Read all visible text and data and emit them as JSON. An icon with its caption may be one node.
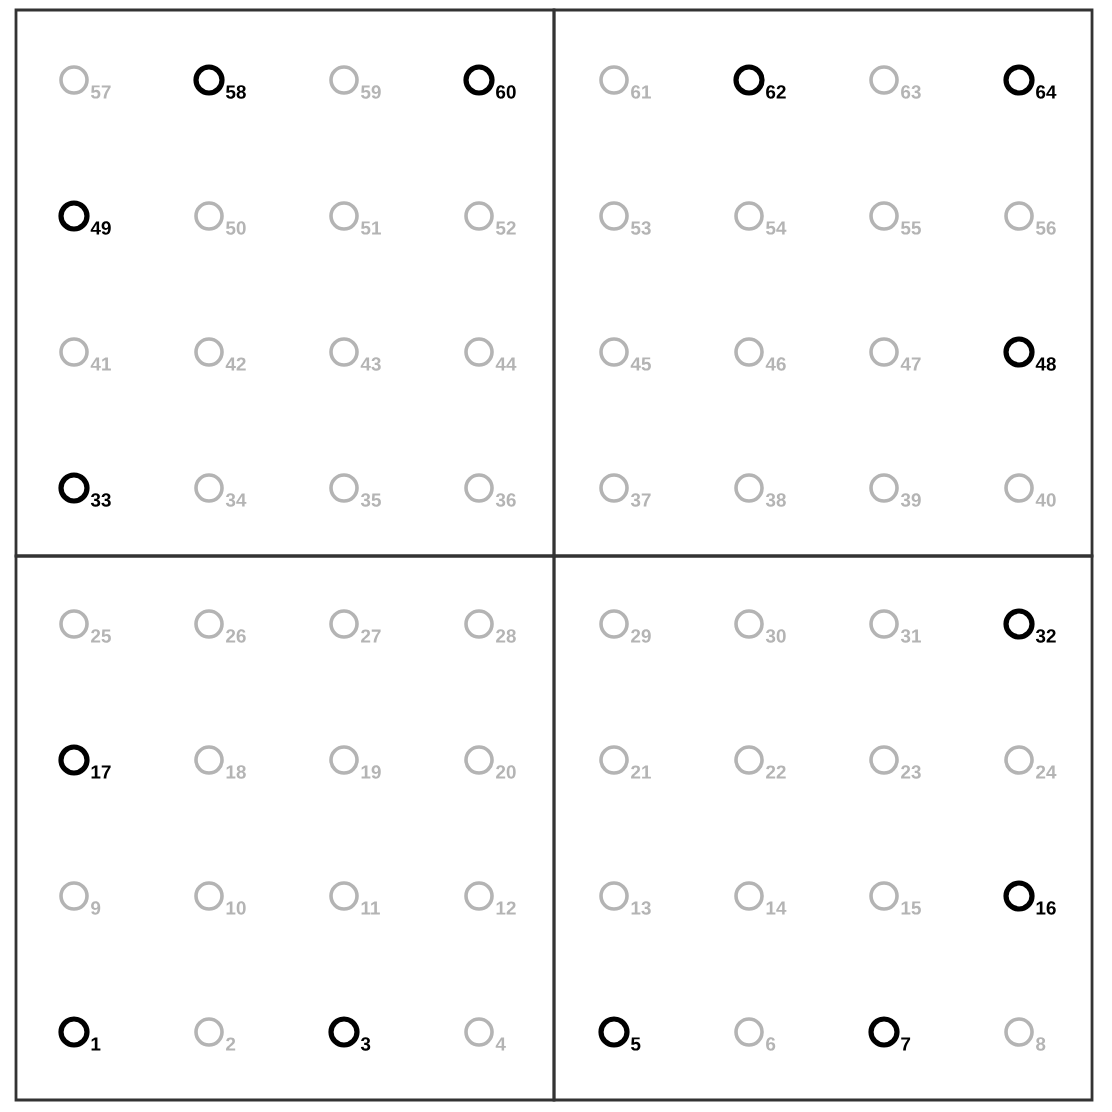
{
  "diagram": {
    "nodes": [
      {
        "text": [],
        "shape": "box"
      },
      {
        "text": [],
        "shape": "circle",
        "in": 0,
        "beside": [
          "57"
        ]
      },
      {
        "text": [],
        "shape": "ring",
        "in": 0,
        "beside": [
          "58"
        ]
      },
      {
        "text": [],
        "shape": "circle",
        "in": 0,
        "beside": [
          "59"
        ]
      },
      {
        "text": [],
        "shape": "ring",
        "in": 0,
        "beside": [
          "60"
        ]
      },
      {
        "text": [],
        "shape": "ring",
        "in": 0,
        "beside": [
          "49"
        ]
      },
      {
        "text": [],
        "shape": "circle",
        "in": 0,
        "beside": [
          "50"
        ]
      },
      {
        "text": [],
        "shape": "circle",
        "in": 0,
        "beside": [
          "51"
        ]
      },
      {
        "text": [],
        "shape": "circle",
        "in": 0,
        "beside": [
          "52"
        ]
      },
      {
        "text": [],
        "shape": "circle",
        "in": 0,
        "beside": [
          "41"
        ]
      },
      {
        "text": [],
        "shape": "circle",
        "in": 0,
        "beside": [
          "42"
        ]
      },
      {
        "text": [],
        "shape": "circle",
        "in": 0,
        "beside": [
          "43"
        ]
      },
      {
        "text": [],
        "shape": "circle",
        "in": 0,
        "beside": [
          "44"
        ]
      },
      {
        "text": [],
        "shape": "ring",
        "in": 0,
        "beside": [
          "33"
        ]
      },
      {
        "text": [],
        "shape": "circle",
        "in": 0,
        "beside": [
          "34"
        ]
      },
      {
        "text": [],
        "shape": "circle",
        "in": 0,
        "beside": [
          "35"
        ]
      },
      {
        "text": [],
        "shape": "circle",
        "in": 0,
        "beside": [
          "36"
        ]
      },
      {
        "text": [],
        "shape": "box"
      },
      {
        "text": [],
        "shape": "circle",
        "in": 17,
        "beside": [
          "61"
        ]
      },
      {
        "text": [],
        "shape": "ring",
        "in": 17,
        "beside": [
          "62"
        ]
      },
      {
        "text": [],
        "shape": "circle",
        "in": 17,
        "beside": [
          "63"
        ]
      },
      {
        "text": [],
        "shape": "ring",
        "in": 17,
        "beside": [
          "64"
        ]
      },
      {
        "text": [],
        "shape": "circle",
        "in": 17,
        "beside": [
          "53"
        ]
      },
      {
        "text": [],
        "shape": "circle",
        "in": 17,
        "beside": [
          "54"
        ]
      },
      {
        "text": [],
        "shape": "circle",
        "in": 17,
        "beside": [
          "55"
        ]
      },
      {
        "text": [],
        "shape": "circle",
        "in": 17,
        "beside": [
          "56"
        ]
      },
      {
        "text": [],
        "shape": "circle",
        "in": 17,
        "beside": [
          "45"
        ]
      },
      {
        "text": [],
        "shape": "circle",
        "in": 17,
        "beside": [
          "46"
        ]
      },
      {
        "text": [],
        "shape": "circle",
        "in": 17,
        "beside": [
          "47"
        ]
      },
      {
        "text": [],
        "shape": "ring",
        "in": 17,
        "beside": [
          "48"
        ]
      },
      {
        "text": [],
        "shape": "circle",
        "in": 17,
        "beside": [
          "37"
        ]
      },
      {
        "text": [],
        "shape": "circle",
        "in": 17,
        "beside": [
          "38"
        ]
      },
      {
        "text": [],
        "shape": "circle",
        "in": 17,
        "beside": [
          "39"
        ]
      },
      {
        "text": [],
        "shape": "circle",
        "in": 17,
        "beside": [
          "40"
        ]
      },
      {
        "text": [],
        "shape": "box"
      },
      {
        "text": [],
        "shape": "circle",
        "in": 34,
        "beside": [
          "25"
        ]
      },
      {
        "text": [],
        "shape": "circle",
        "in": 34,
        "beside": [
          "26"
        ]
      },
      {
        "text": [],
        "shape": "circle",
        "in": 34,
        "beside": [
          "27"
        ]
      },
      {
        "text": [],
        "shape": "circle",
        "in": 34,
        "beside": [
          "28"
        ]
      },
      {
        "text": [],
        "shape": "ring",
        "in": 34,
        "beside": [
          "17"
        ]
      },
      {
        "text": [],
        "shape": "circle",
        "in": 34,
        "beside": [
          "18"
        ]
      },
      {
        "text": [],
        "shape": "circle",
        "in": 34,
        "beside": [
          "19"
        ]
      },
      {
        "text": [],
        "shape": "circle",
        "in": 34,
        "beside": [
          "20"
        ]
      },
      {
        "text": [],
        "shape": "circle",
        "in": 34,
        "beside": [
          "9"
        ]
      },
      {
        "text": [],
        "shape": "circle",
        "in": 34,
        "beside": [
          "10"
        ]
      },
      {
        "text": [],
        "shape": "circle",
        "in": 34,
        "beside": [
          "11"
        ]
      },
      {
        "text": [],
        "shape": "circle",
        "in": 34,
        "beside": [
          "12"
        ]
      },
      {
        "text": [],
        "shape": "ring",
        "in": 34,
        "beside": [
          "1"
        ]
      },
      {
        "text": [],
        "shape": "circle",
        "in": 34,
        "beside": [
          "2"
        ]
      },
      {
        "text": [],
        "shape": "ring",
        "in": 34,
        "beside": [
          "3"
        ]
      },
      {
        "text": [],
        "shape": "circle",
        "in": 34,
        "beside": [
          "4"
        ]
      },
      {
        "text": [],
        "shape": "box"
      },
      {
        "text": [],
        "shape": "circle",
        "in": 51,
        "beside": [
          "29"
        ]
      },
      {
        "text": [],
        "shape": "circle",
        "in": 51,
        "beside": [
          "30"
        ]
      },
      {
        "text": [],
        "shape": "circle",
        "in": 51,
        "beside": [
          "31"
        ]
      },
      {
        "text": [],
        "shape": "ring",
        "in": 51,
        "beside": [
          "32"
        ]
      },
      {
        "text": [],
        "shape": "circle",
        "in": 51,
        "beside": [
          "21"
        ]
      },
      {
        "text": [],
        "shape": "circle",
        "in": 51,
        "beside": [
          "22"
        ]
      },
      {
        "text": [],
        "shape": "circle",
        "in": 51,
        "beside": [
          "23"
        ]
      },
      {
        "text": [],
        "shape": "circle",
        "in": 51,
        "beside": [
          "24"
        ]
      },
      {
        "text": [],
        "shape": "circle",
        "in": 51,
        "beside": [
          "13"
        ]
      },
      {
        "text": [],
        "shape": "circle",
        "in": 51,
        "beside": [
          "14"
        ]
      },
      {
        "text": [],
        "shape": "circle",
        "in": 51,
        "beside": [
          "15"
        ]
      },
      {
        "text": [],
        "shape": "ring",
        "in": 51,
        "beside": [
          "16"
        ]
      },
      {
        "text": [],
        "shape": "ring",
        "in": 51,
        "beside": [
          "5"
        ]
      },
      {
        "text": [],
        "shape": "circle",
        "in": 51,
        "beside": [
          "6"
        ]
      },
      {
        "text": [],
        "shape": "ring",
        "in": 51,
        "beside": [
          "7"
        ]
      },
      {
        "text": [],
        "shape": "circle",
        "in": 51,
        "beside": [
          "8"
        ]
      }
    ]
  }
}
